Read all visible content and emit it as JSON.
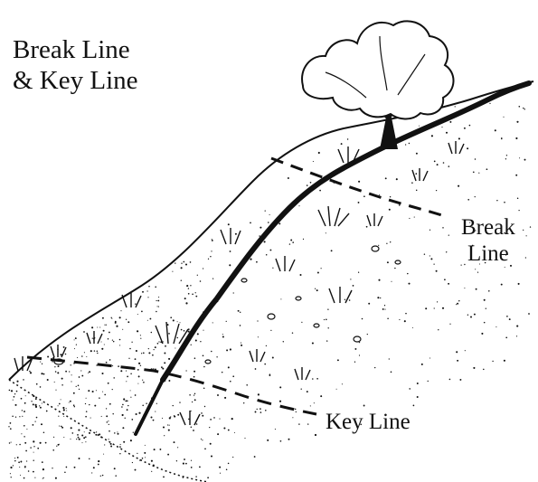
{
  "title": {
    "line1": "Break Line",
    "line2": "& Key Line"
  },
  "labels": {
    "break_line_1": "Break",
    "break_line_2": "Line",
    "key_line": "Key Line"
  },
  "colors": {
    "ink": "#111111",
    "paper": "#ffffff"
  }
}
